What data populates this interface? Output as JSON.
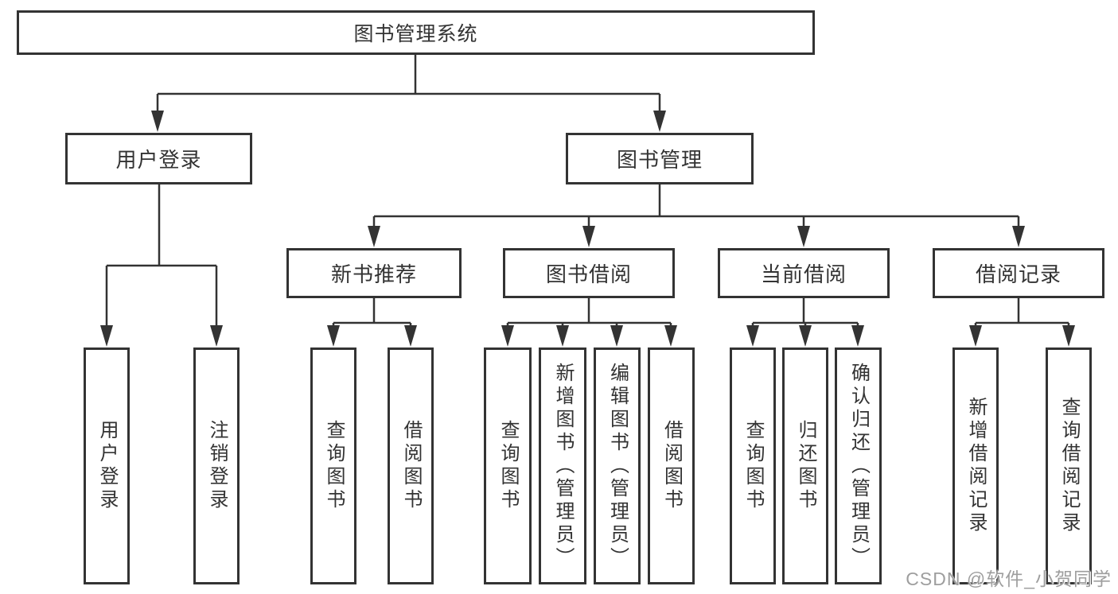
{
  "diagram": {
    "type": "hierarchy-flowchart",
    "colors": {
      "background": "#ffffff",
      "box_border": "#333333",
      "text": "#333333",
      "connector": "#333333",
      "watermark": "#9e9e9e"
    },
    "tree": {
      "label": "图书管理系统",
      "children": [
        {
          "label": "用户登录",
          "children": [
            {
              "label": "用户登录"
            },
            {
              "label": "注销登录"
            }
          ]
        },
        {
          "label": "图书管理",
          "children": [
            {
              "label": "新书推荐",
              "children": [
                {
                  "label": "查询图书"
                },
                {
                  "label": "借阅图书"
                }
              ]
            },
            {
              "label": "图书借阅",
              "children": [
                {
                  "label": "查询图书"
                },
                {
                  "label": "新增图书（管理员）"
                },
                {
                  "label": "编辑图书（管理员）"
                },
                {
                  "label": "借阅图书"
                }
              ]
            },
            {
              "label": "当前借阅",
              "children": [
                {
                  "label": "查询图书"
                },
                {
                  "label": "归还图书"
                },
                {
                  "label": "确认归还（管理员）"
                }
              ]
            },
            {
              "label": "借阅记录",
              "children": [
                {
                  "label": "新增借阅记录"
                },
                {
                  "label": "查询借阅记录"
                }
              ]
            }
          ]
        }
      ]
    },
    "watermark": {
      "text": "CSDN @软件_小贺同学"
    }
  }
}
